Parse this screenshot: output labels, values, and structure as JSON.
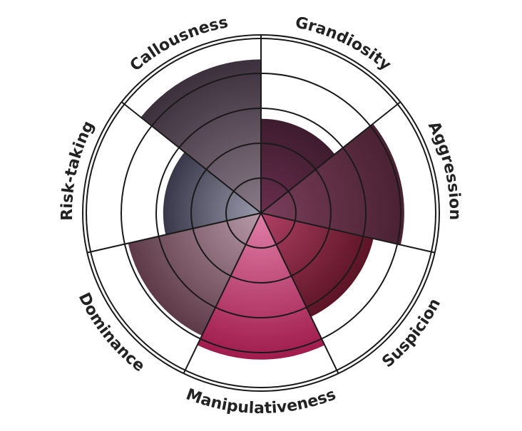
{
  "chart_data": {
    "type": "polar-area",
    "max_level": 5,
    "rings": 5,
    "grid": true,
    "legend": "none",
    "categories": [
      "Grandiosity",
      "Aggression",
      "Suspicion",
      "Manipulativeness",
      "Dominance",
      "Risk-taking",
      "Callousness"
    ],
    "values": [
      2.7,
      4.1,
      3.3,
      4.2,
      3.9,
      2.8,
      4.4
    ],
    "slice_colors": [
      [
        "#3e1c2e",
        "#6a2e4e"
      ],
      [
        "#4a2232",
        "#7a3e5a"
      ],
      [
        "#5c1424",
        "#b04066"
      ],
      [
        "#a01c4c",
        "#e080a8"
      ],
      [
        "#5e3a48",
        "#b89aa8"
      ],
      [
        "#38384a",
        "#9a9aac"
      ],
      [
        "#3c303c",
        "#8a7a88"
      ]
    ]
  }
}
